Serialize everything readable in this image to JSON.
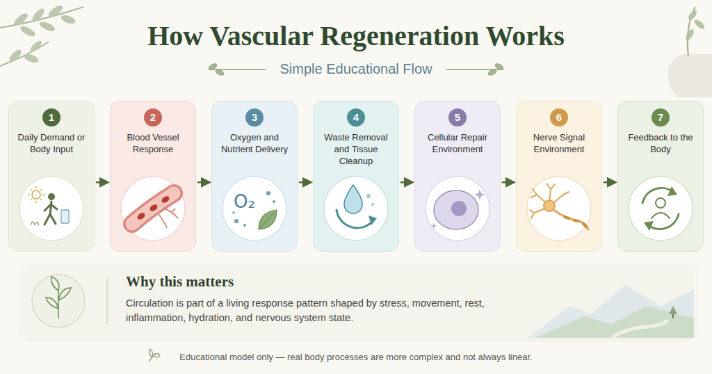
{
  "diagram": {
    "title": "How Vascular Regeneration Works",
    "caption": "Educational model only — real body processes are more complex and not always linear.",
    "nodes": [
      {
        "text": [
          "1",
          "Daily Demand or Body Input"
        ]
      },
      {
        "text": [
          "2",
          "Blood Vessel Response"
        ]
      },
      {
        "text": [
          "3",
          "Oxygen and Nutrient Delivery"
        ]
      },
      {
        "text": [
          "4",
          "Waste Removal and Tissue Cleanup"
        ]
      },
      {
        "text": [
          "5",
          "Cellular Repair Environment"
        ]
      },
      {
        "text": [
          "6",
          "Nerve Signal Environment"
        ]
      },
      {
        "text": [
          "7",
          "Feedback to the Body"
        ]
      },
      {
        "text": [
          "Why this matters",
          "Circulation is part of a living response pattern shaped by stress, movement, rest, inflammation, hydration, and nervous system state."
        ]
      }
    ],
    "edges": [
      {
        "from": 0,
        "to": 1,
        "arrow": "to"
      },
      {
        "from": 1,
        "to": 2,
        "arrow": "to"
      },
      {
        "from": 2,
        "to": 3,
        "arrow": "to"
      },
      {
        "from": 3,
        "to": 4,
        "arrow": "to"
      },
      {
        "from": 4,
        "to": 5,
        "arrow": "to"
      },
      {
        "from": 5,
        "to": 6,
        "arrow": "to"
      }
    ],
    "labels": [
      "Simple Educational Flow",
      "O₂"
    ]
  }
}
